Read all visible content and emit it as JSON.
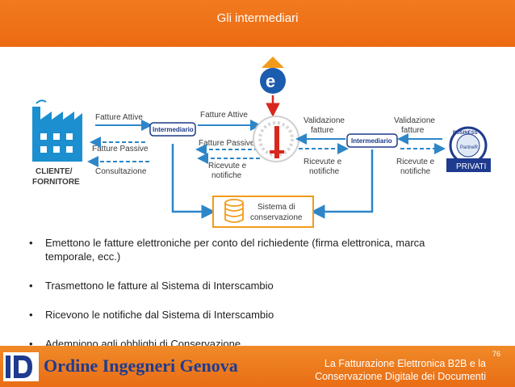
{
  "slide": {
    "title": "Gli intermediari",
    "page_number": "76"
  },
  "diagram": {
    "client_label_1": "CLIENTE/",
    "client_label_2": "FORNITORE",
    "fatture_attive_left": "Fatture Attive",
    "fatture_passive_left": "Fatture Passive",
    "consultazione": "Consultazione",
    "intermediario_left": "Intermediario",
    "fatture_attive_mid": "Fatture Attive",
    "fatture_passive_mid": "Fatture Passive",
    "ricevute_left_1": "Ricevute e",
    "ricevute_left_2": "notifiche",
    "validazione_left_1": "Validazione",
    "validazione_left_2": "fatture",
    "intermediario_right": "Intermediario",
    "ricevute_right_1": "Ricevute e",
    "ricevute_right_2": "notifiche",
    "validazione_right_1": "Validazione",
    "validazione_right_2": "fatture",
    "ricevute_far_1": "Ricevute e",
    "ricevute_far_2": "notifiche",
    "privati": "PRIVATI",
    "seal_text": "BUSINESS",
    "seal_sub": "PartneR",
    "conservazione_1": "Sistema di",
    "conservazione_2": "conservazione"
  },
  "bullets": {
    "b1_line1": "Emettono le fatture elettroniche per conto del richiedente (firma elettronica, marca",
    "b1_line2": "temporale, ecc.)",
    "b2": "Trasmettono le fatture al Sistema di Interscambio",
    "b3": "Ricevono le notifiche dal Sistema di Interscambio",
    "b4": "Adempiono agli obblighi di Conservazione"
  },
  "footer": {
    "org_name": "Ordine Ingegneri Genova",
    "course_line1": "La Fatturazione Elettronica B2B e la",
    "course_line2": "Conservazione Digitale dei Documenti"
  },
  "bullet_glyph": "•",
  "colors": {
    "header": "#ef7219",
    "footer": "#ed7a20",
    "arrow_blue": "#2e86c8",
    "arrow_red": "#d8281e",
    "box_blue": "#1d3a8a"
  },
  "icons": [
    "factory-icon",
    "agenzia-entrate-logo",
    "sdi-seal-icon",
    "business-partner-seal-icon",
    "database-icon",
    "ordine-logo-icon"
  ]
}
